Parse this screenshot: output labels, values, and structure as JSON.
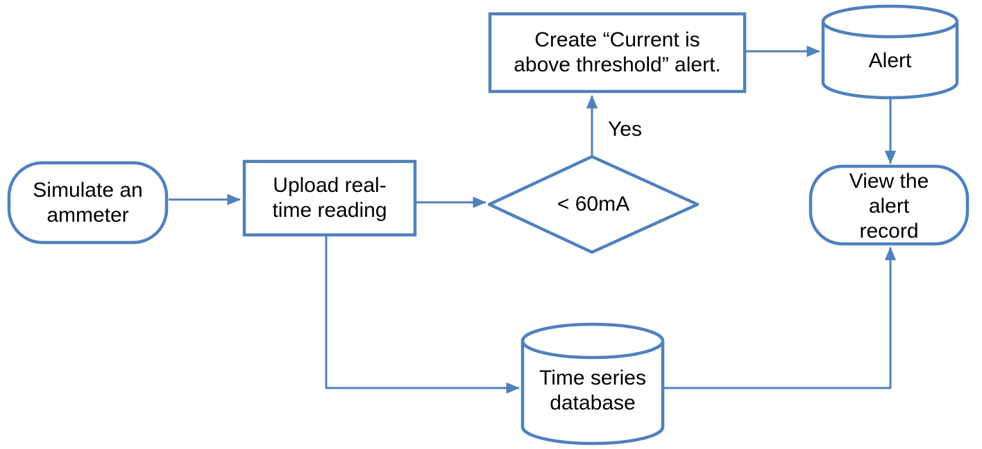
{
  "colors": {
    "stroke": "#4f81bd",
    "text": "#000000",
    "background": "#ffffff"
  },
  "diagram": {
    "type": "flowchart",
    "nodes": {
      "simulate": {
        "type": "terminator",
        "label": "Simulate an\nammeter"
      },
      "upload": {
        "type": "process",
        "label": "Upload real-\ntime reading"
      },
      "decision": {
        "type": "decision",
        "label": "< 60mA"
      },
      "create_alert": {
        "type": "process",
        "label": "Create “Current is\nabove threshold” alert."
      },
      "alert_db": {
        "type": "database",
        "label": "Alert"
      },
      "view_record": {
        "type": "terminator",
        "label": "View the\nalert\nrecord"
      },
      "tsdb": {
        "type": "database",
        "label": "Time series\ndatabase"
      }
    },
    "edges": [
      {
        "from": "simulate",
        "to": "upload",
        "label": ""
      },
      {
        "from": "upload",
        "to": "decision",
        "label": ""
      },
      {
        "from": "decision",
        "to": "create_alert",
        "label": "Yes"
      },
      {
        "from": "create_alert",
        "to": "alert_db",
        "label": ""
      },
      {
        "from": "alert_db",
        "to": "view_record",
        "label": ""
      },
      {
        "from": "upload",
        "to": "tsdb",
        "label": ""
      },
      {
        "from": "tsdb",
        "to": "view_record",
        "label": ""
      }
    ]
  }
}
